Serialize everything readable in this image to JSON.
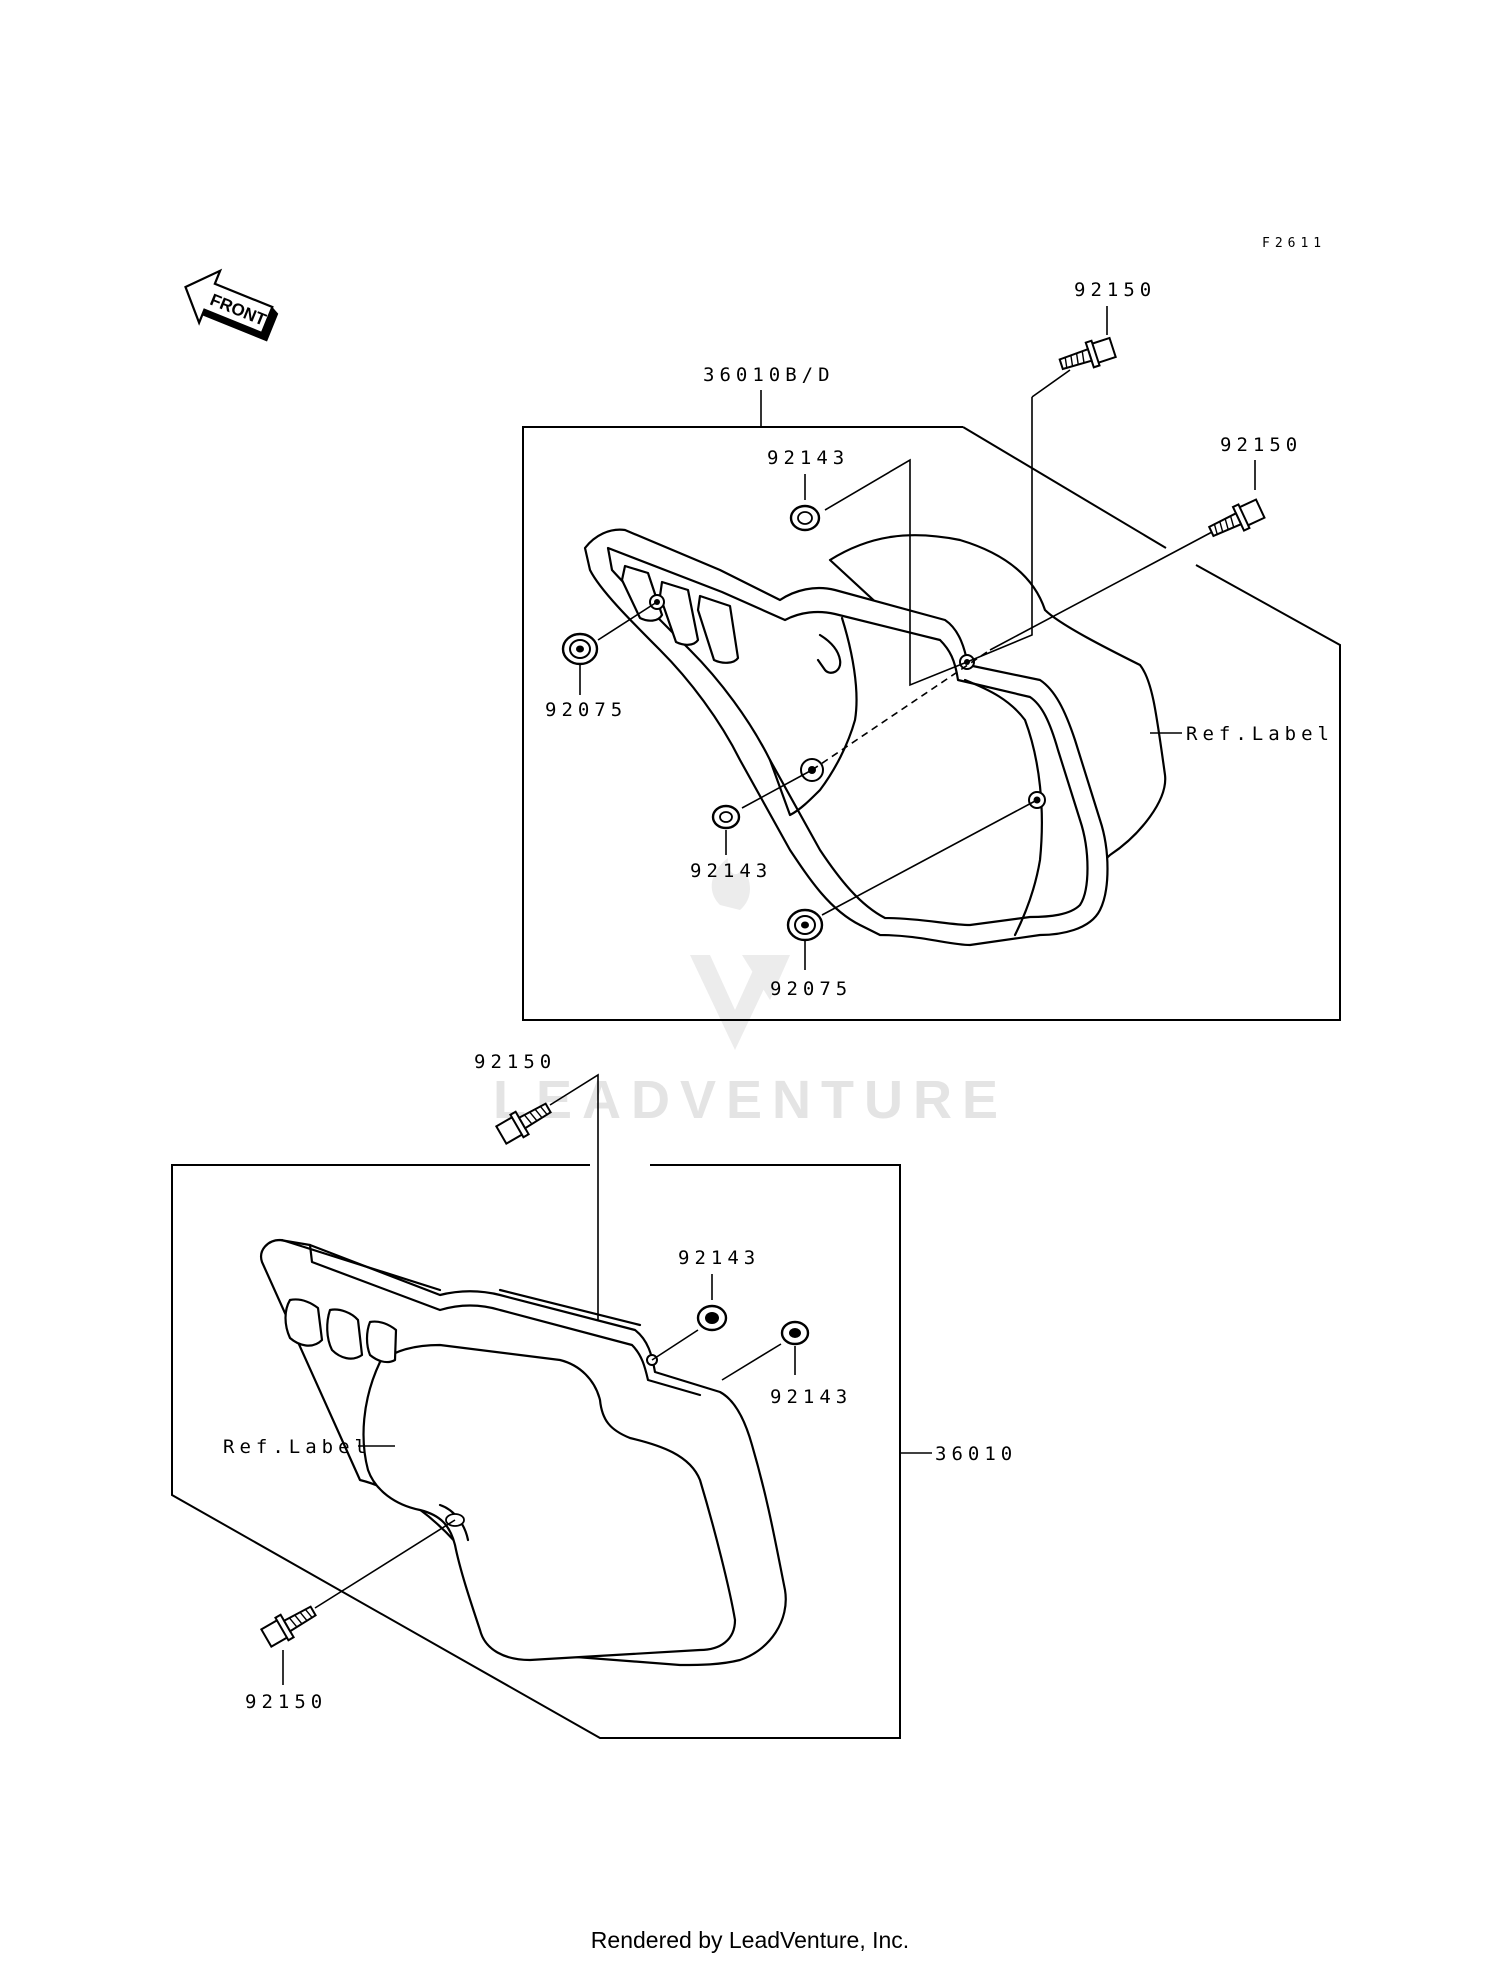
{
  "figure_code": "F2611",
  "front_label": "FRONT",
  "watermark": "LEADVENTURE",
  "footer": "Rendered by LeadVenture, Inc.",
  "upper_group": {
    "assembly": "36010B/D",
    "bolt_top": "92150",
    "bolt_right": "92150",
    "collar_top": "92143",
    "collar_bottom": "92143",
    "grommet_left": "92075",
    "grommet_bottom": "92075",
    "ref_label": "Ref.Label"
  },
  "lower_group": {
    "assembly": "36010",
    "bolt_top": "92150",
    "bolt_bottom": "92150",
    "collar_a": "92143",
    "collar_b": "92143",
    "ref_label": "Ref.Label"
  }
}
